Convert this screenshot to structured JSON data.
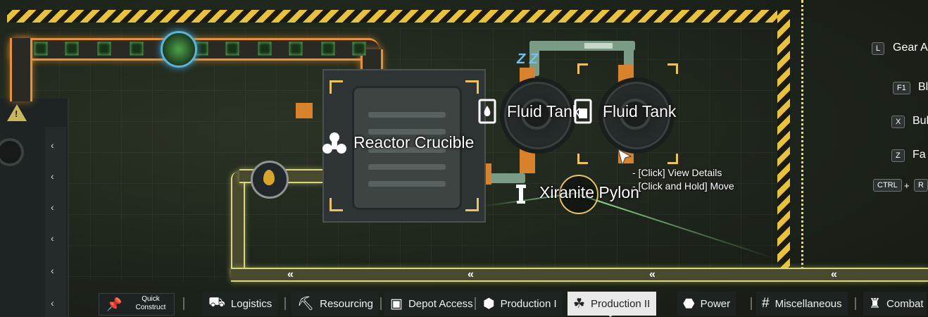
{
  "labels": {
    "reactor": "Reactor Crucible",
    "fluid_tank_1": "Fluid Tank",
    "fluid_tank_2": "Fluid Tank",
    "pylon": "Xiranite Pylon"
  },
  "tooltip": {
    "line1": "- [Click] View Details",
    "line2": "- [Click and Hold] Move"
  },
  "shortcuts": [
    {
      "key": "L",
      "label": "Gear A"
    },
    {
      "key": "F1",
      "label": "Bl"
    },
    {
      "key": "X",
      "label": "Bul"
    },
    {
      "key": "Z",
      "label": "Fa"
    }
  ],
  "combo": {
    "key1": "CTRL",
    "plus": "+",
    "key2": "R"
  },
  "quick_construct": {
    "label": "Quick Construct"
  },
  "toolbar": [
    {
      "label": "Logistics"
    },
    {
      "label": "Resourcing"
    },
    {
      "label": "Depot Access"
    },
    {
      "label": "Production I"
    },
    {
      "label": "Production II"
    },
    {
      "label": "Power"
    },
    {
      "label": "Miscellaneous"
    },
    {
      "label": "Combat"
    }
  ],
  "active_tab": "Production II",
  "sleep_indicator": "Z Z",
  "colors": {
    "hazard": "#e9c335",
    "belt_orange": "#e8912e",
    "belt_yellow": "#d9d77a",
    "pipe": "#7a9b86",
    "active_tab_bg": "#e9e9e9"
  }
}
